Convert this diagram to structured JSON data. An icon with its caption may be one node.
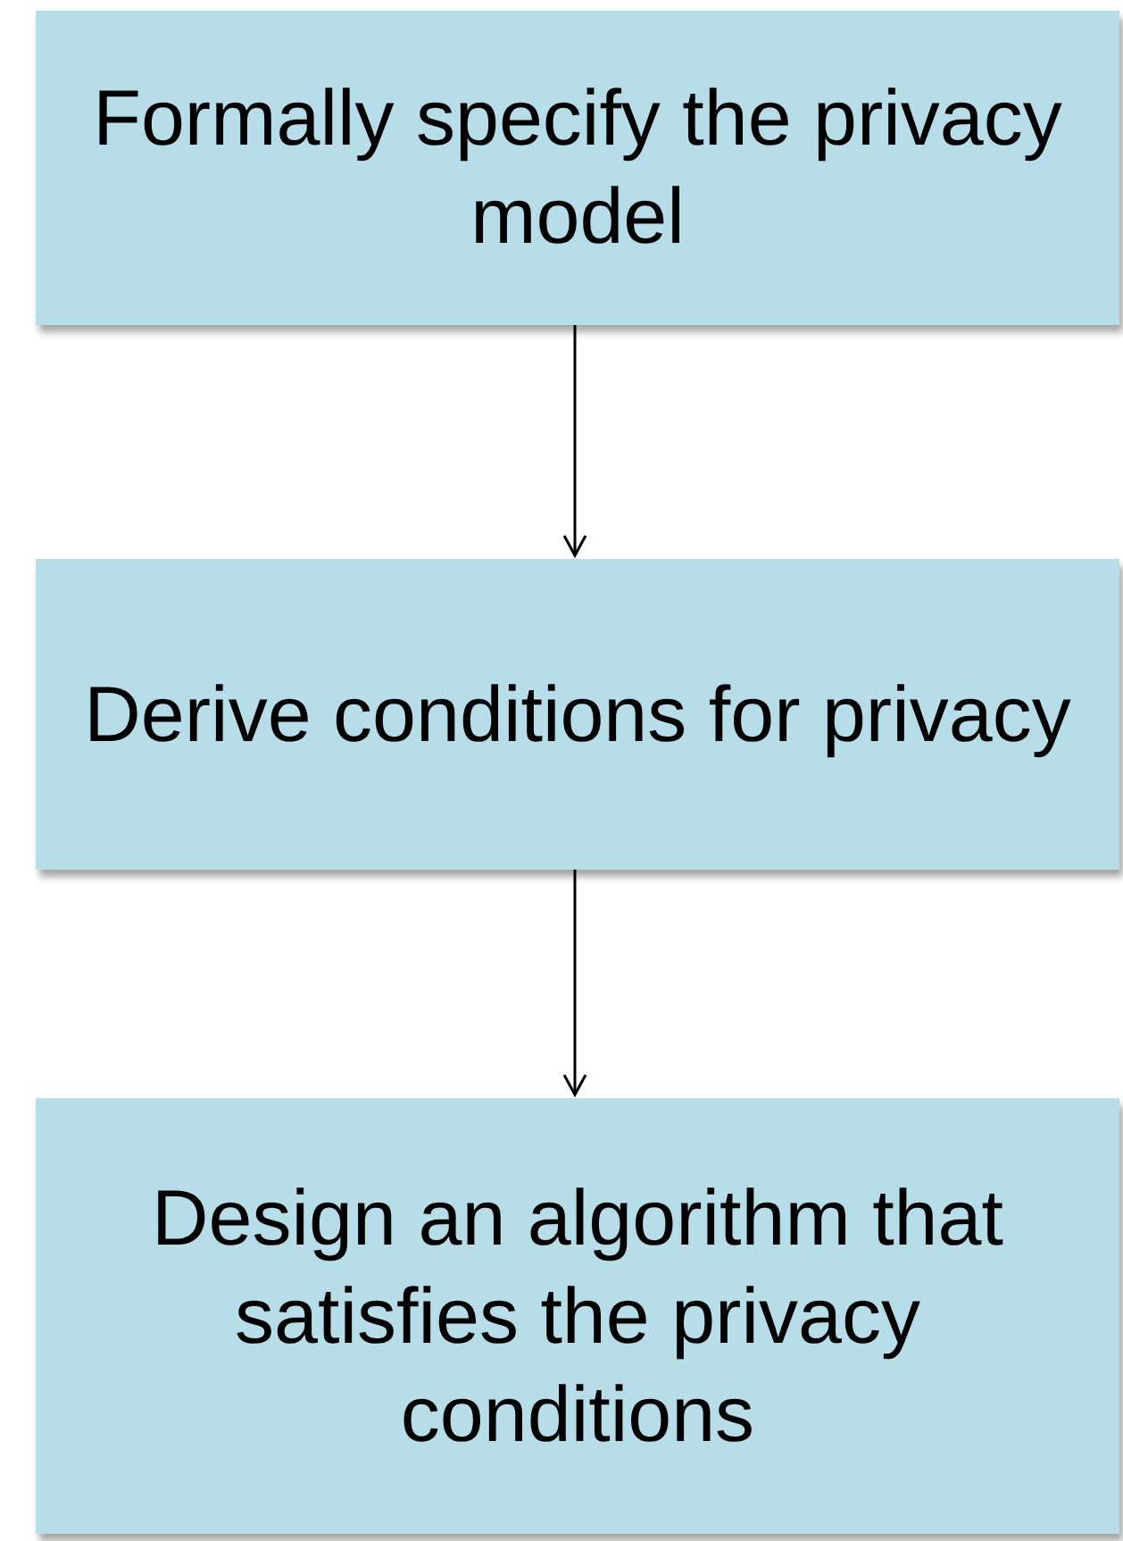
{
  "diagram": {
    "nodes": [
      {
        "text": [
          "Formally specify the privacy model"
        ]
      },
      {
        "text": [
          "Derive conditions for privacy"
        ]
      },
      {
        "text": [
          "Design an algorithm that satisfies the privacy conditions"
        ]
      }
    ],
    "edges": [
      {
        "from": 0,
        "to": 1,
        "arrow": "to"
      },
      {
        "from": 1,
        "to": 2,
        "arrow": "to"
      }
    ]
  }
}
